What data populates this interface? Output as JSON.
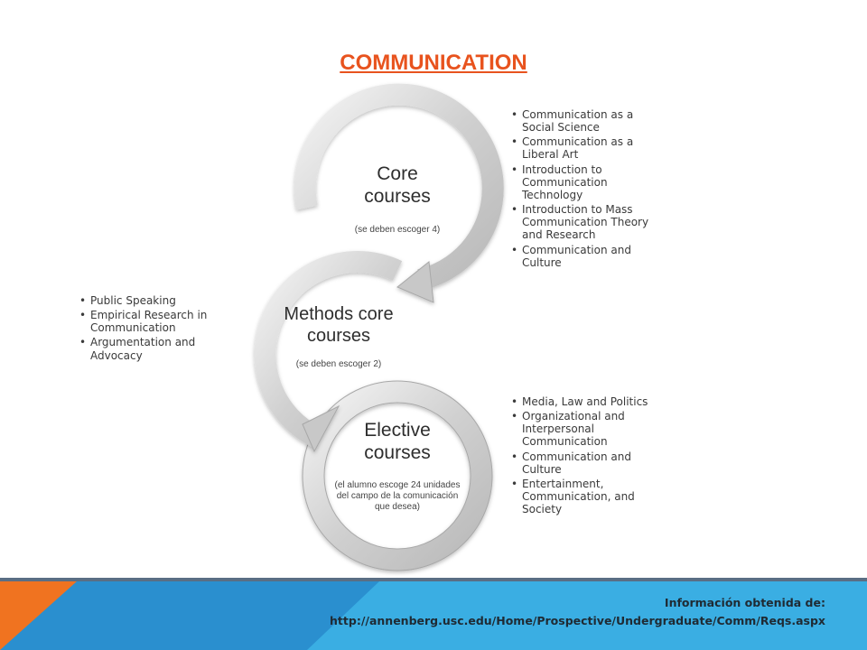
{
  "title": "COMMUNICATION",
  "colors": {
    "title": "#e8531e",
    "footer_blue": "#3aaee3",
    "footer_dark_blue": "#2a8fcf",
    "footer_orange": "#f07320",
    "footer_band": "#5a6e84",
    "circle_fill": "#ffffff"
  },
  "circles": {
    "core": {
      "title": "Core courses",
      "subtitle": "(se deben escoger 4)"
    },
    "methods": {
      "title": "Methods core courses",
      "subtitle": "(se deben escoger 2)"
    },
    "elective": {
      "title": "Elective courses",
      "subtitle": "(el alumno escoge 24 unidades del campo de la comunicación que desea)"
    }
  },
  "core_list": [
    "Communication as a Social Science",
    "Communication as a Liberal Art",
    "Introduction to Communication Technology",
    "Introduction to Mass Communication Theory and Research",
    "Communication and Culture"
  ],
  "methods_list": [
    "Public Speaking",
    "Empirical Research in Communication",
    "Argumentation and Advocacy"
  ],
  "elective_list": [
    "Media, Law and Politics",
    "Organizational and Interpersonal Communication",
    "Communication and Culture",
    "Entertainment, Communication, and Society"
  ],
  "footer": {
    "label": "Información obtenida de:",
    "url": "http://annenberg.usc.edu/Home/Prospective/Undergraduate/Comm/Reqs.aspx"
  }
}
